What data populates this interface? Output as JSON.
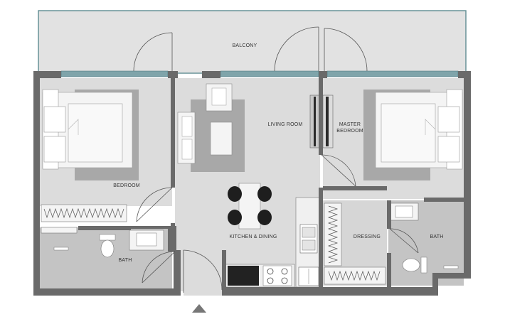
{
  "floorplan": {
    "rooms": {
      "balcony": "BALCONY",
      "living_room": "LIVING ROOM",
      "master_bedroom_line1": "MASTER",
      "master_bedroom_line2": "BEDROOM",
      "bedroom": "BEDROOM",
      "kitchen_dining": "KITCHEN & DINING",
      "dressing": "DRESSING",
      "bath_left": "BATH",
      "bath_right": "BATH"
    },
    "entrance_marker": "entrance-arrow-icon",
    "colors": {
      "wall": "#6a6a6a",
      "floor": "#dcdcdc",
      "wet_floor": "#c4c4c4",
      "rug": "#a8a8a8",
      "furniture": "#f4f4f4",
      "glazing": "#7fa4aa",
      "balcony_outline": "#5f8c92"
    }
  }
}
